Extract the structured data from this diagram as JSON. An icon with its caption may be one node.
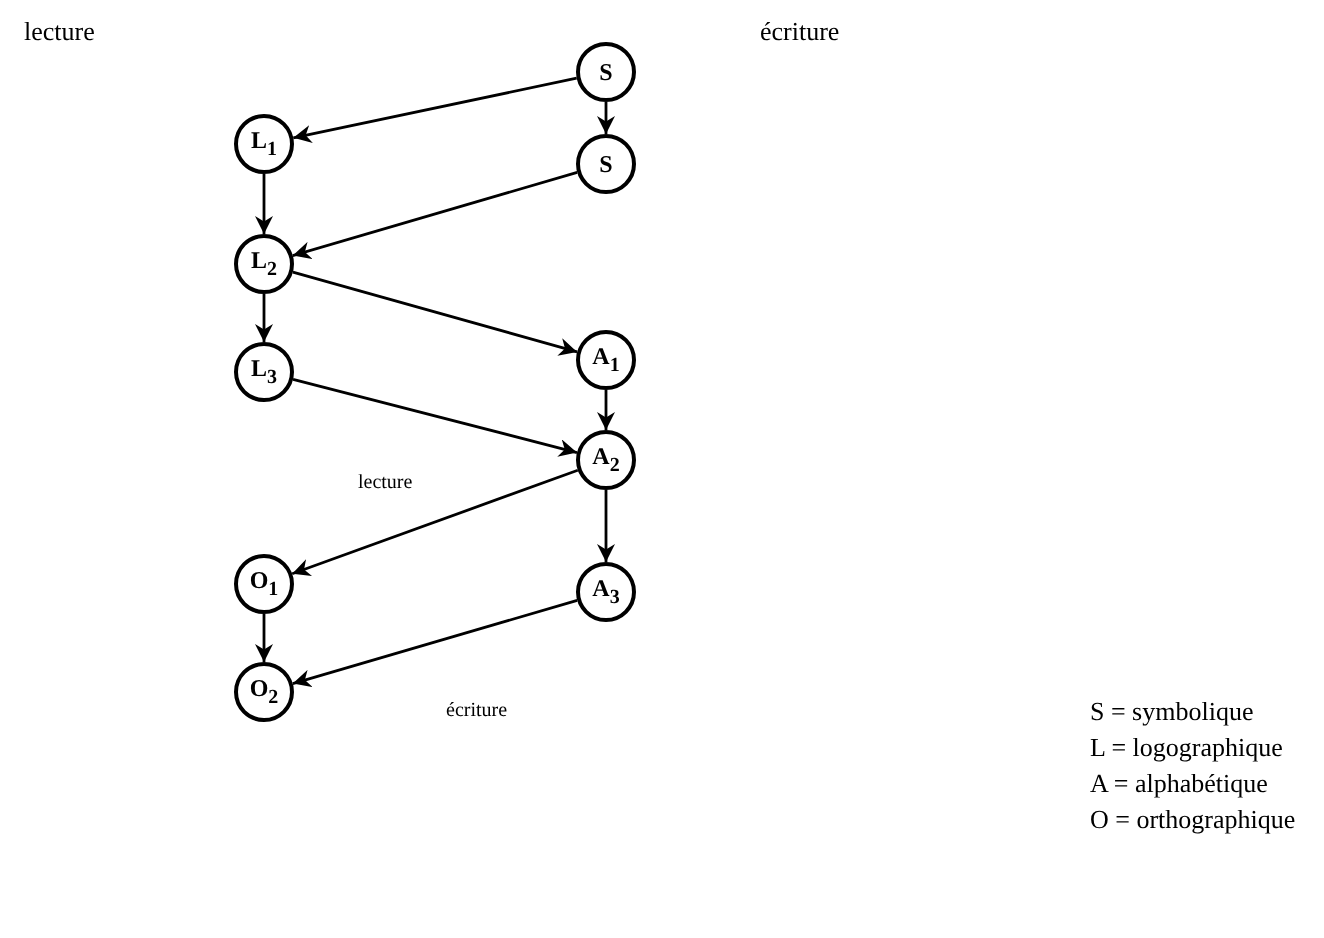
{
  "diagram": {
    "nodes": [
      {
        "text": [
          "S"
        ]
      },
      {
        "text": [
          "L$_{1}$"
        ]
      },
      {
        "text": [
          "S"
        ]
      },
      {
        "text": [
          "L$_{2}$"
        ]
      },
      {
        "text": [
          "A$_{1}$"
        ]
      },
      {
        "text": [
          "L$_{3}$"
        ]
      },
      {
        "text": [
          "A$_{2}$"
        ]
      },
      {
        "text": [
          "O$_{1}$"
        ]
      },
      {
        "text": [
          "A$_{3}$"
        ]
      },
      {
        "text": [
          "O$_{2}$"
        ]
      }
    ],
    "edges": [
      {
        "from": 0,
        "to": 1,
        "arrow": "to"
      },
      {
        "from": 0,
        "to": 2,
        "arrow": "to"
      },
      {
        "from": 1,
        "to": 3,
        "arrow": "to"
      },
      {
        "from": 2,
        "to": 3,
        "arrow": "to"
      },
      {
        "from": 3,
        "to": 4,
        "arrow": "to"
      },
      {
        "from": 3,
        "to": 5,
        "arrow": "to"
      },
      {
        "from": 5,
        "to": 6,
        "arrow": "to"
      },
      {
        "from": 4,
        "to": 6,
        "arrow": "to"
      },
      {
        "from": 6,
        "to": 7,
        "arrow": "to",
        "label": "lecture"
      },
      {
        "from": 6,
        "to": 8,
        "arrow": "to"
      },
      {
        "from": 8,
        "to": 9,
        "arrow": "to",
        "label": "écriture"
      },
      {
        "from": 7,
        "to": 9,
        "arrow": "to"
      }
    ],
    "labels": [
      "lecture",
      "écriture",
      "S = symbolique",
      "L = logographique",
      "A = alphabétique",
      "O = orthographique"
    ]
  }
}
